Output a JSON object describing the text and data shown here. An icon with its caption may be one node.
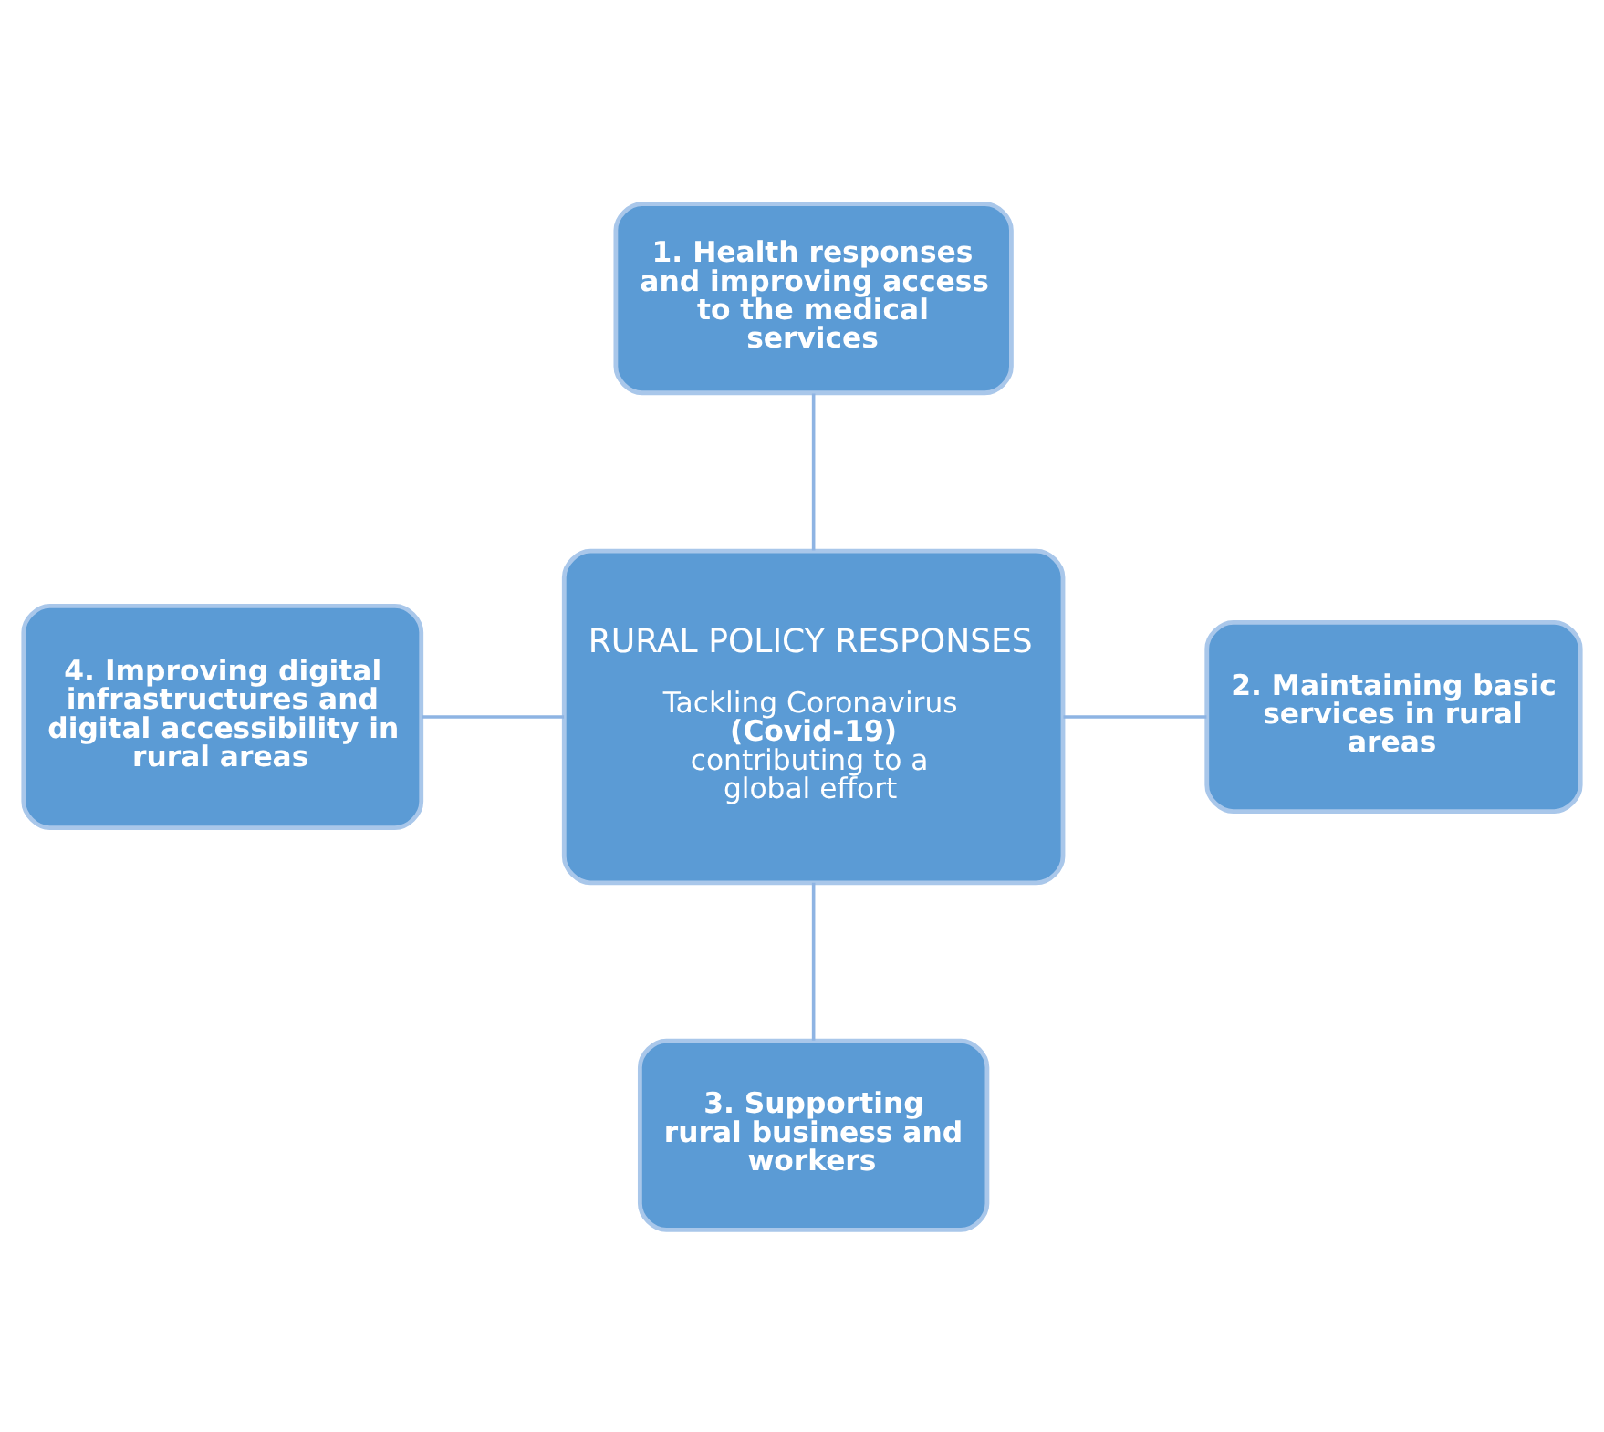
{
  "diagram": {
    "nodes": [
      {
        "text": [
          "RURAL POLICY RESPONSES",
          "Tackling Coronavirus **(Covid-19)** contributing to a global effort"
        ]
      },
      {
        "text": [
          "1. Health responses and improving access to the medical services"
        ]
      },
      {
        "text": [
          "2. Maintaining basic services in rural areas"
        ]
      },
      {
        "text": [
          "3. Supporting rural business and workers"
        ]
      },
      {
        "text": [
          "4. Improving digital infrastructures and digital accessibility in rural areas"
        ]
      }
    ],
    "edges": [
      {
        "from": 1,
        "to": 0,
        "arrow": "none"
      },
      {
        "from": 0,
        "to": 2,
        "arrow": "none"
      },
      {
        "from": 0,
        "to": 3,
        "arrow": "none"
      },
      {
        "from": 4,
        "to": 0,
        "arrow": "none"
      }
    ]
  }
}
